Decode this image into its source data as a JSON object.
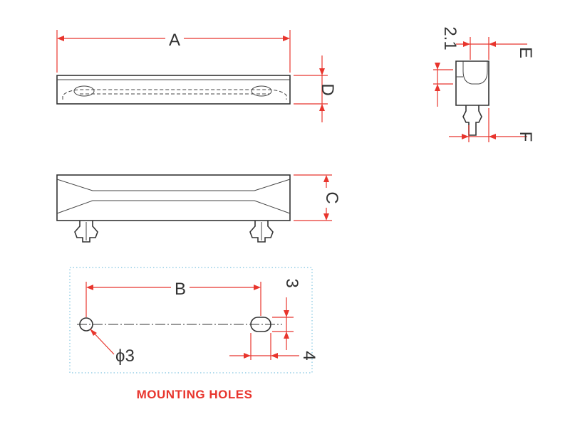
{
  "colors": {
    "dimension": "#e8352d",
    "outline": "#333333",
    "frame": "#7fc4e0"
  },
  "dimensions": {
    "a": "A",
    "b": "B",
    "c": "C",
    "d": "D",
    "e": "E",
    "f": "F",
    "side_top": "2.1",
    "hole_height": "3",
    "hole_width": "4",
    "hole_diameter": "ϕ3"
  },
  "caption": "MOUNTING HOLES"
}
